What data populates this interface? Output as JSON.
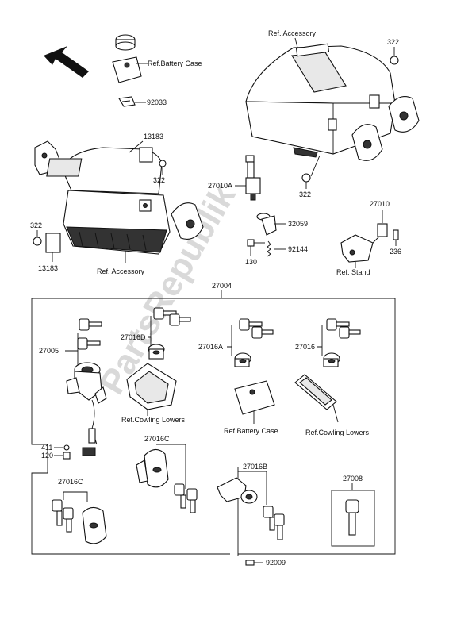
{
  "watermark": "PartsRepublik",
  "labels": {
    "ref_battery_case_top": "Ref.Battery Case",
    "p92033": "92033",
    "p13183_top": "13183",
    "p322_left_top": "322",
    "p322_left": "322",
    "p13183_bottom": "13183",
    "ref_accessory_left": "Ref. Accessory",
    "ref_accessory_right": "Ref. Accessory",
    "p322_right_top": "322",
    "p27010A": "27010A",
    "p322_right_mid": "322",
    "p32059": "32059",
    "p92144": "92144",
    "p130": "130",
    "p27010": "27010",
    "p236": "236",
    "ref_stand": "Ref. Stand",
    "p27004": "27004",
    "p27005": "27005",
    "p27016D": "27016D",
    "p27016A": "27016A",
    "p27016": "27016",
    "ref_cowling_lowers_left": "Ref.Cowling Lowers",
    "ref_battery_case_bottom": "Ref.Battery Case",
    "ref_cowling_lowers_right": "Ref.Cowling Lowers",
    "p27016C_mid": "27016C",
    "p411": "411",
    "p120": "120",
    "p27016C_left": "27016C",
    "p27016B": "27016B",
    "p27008": "27008",
    "p92009": "92009"
  }
}
